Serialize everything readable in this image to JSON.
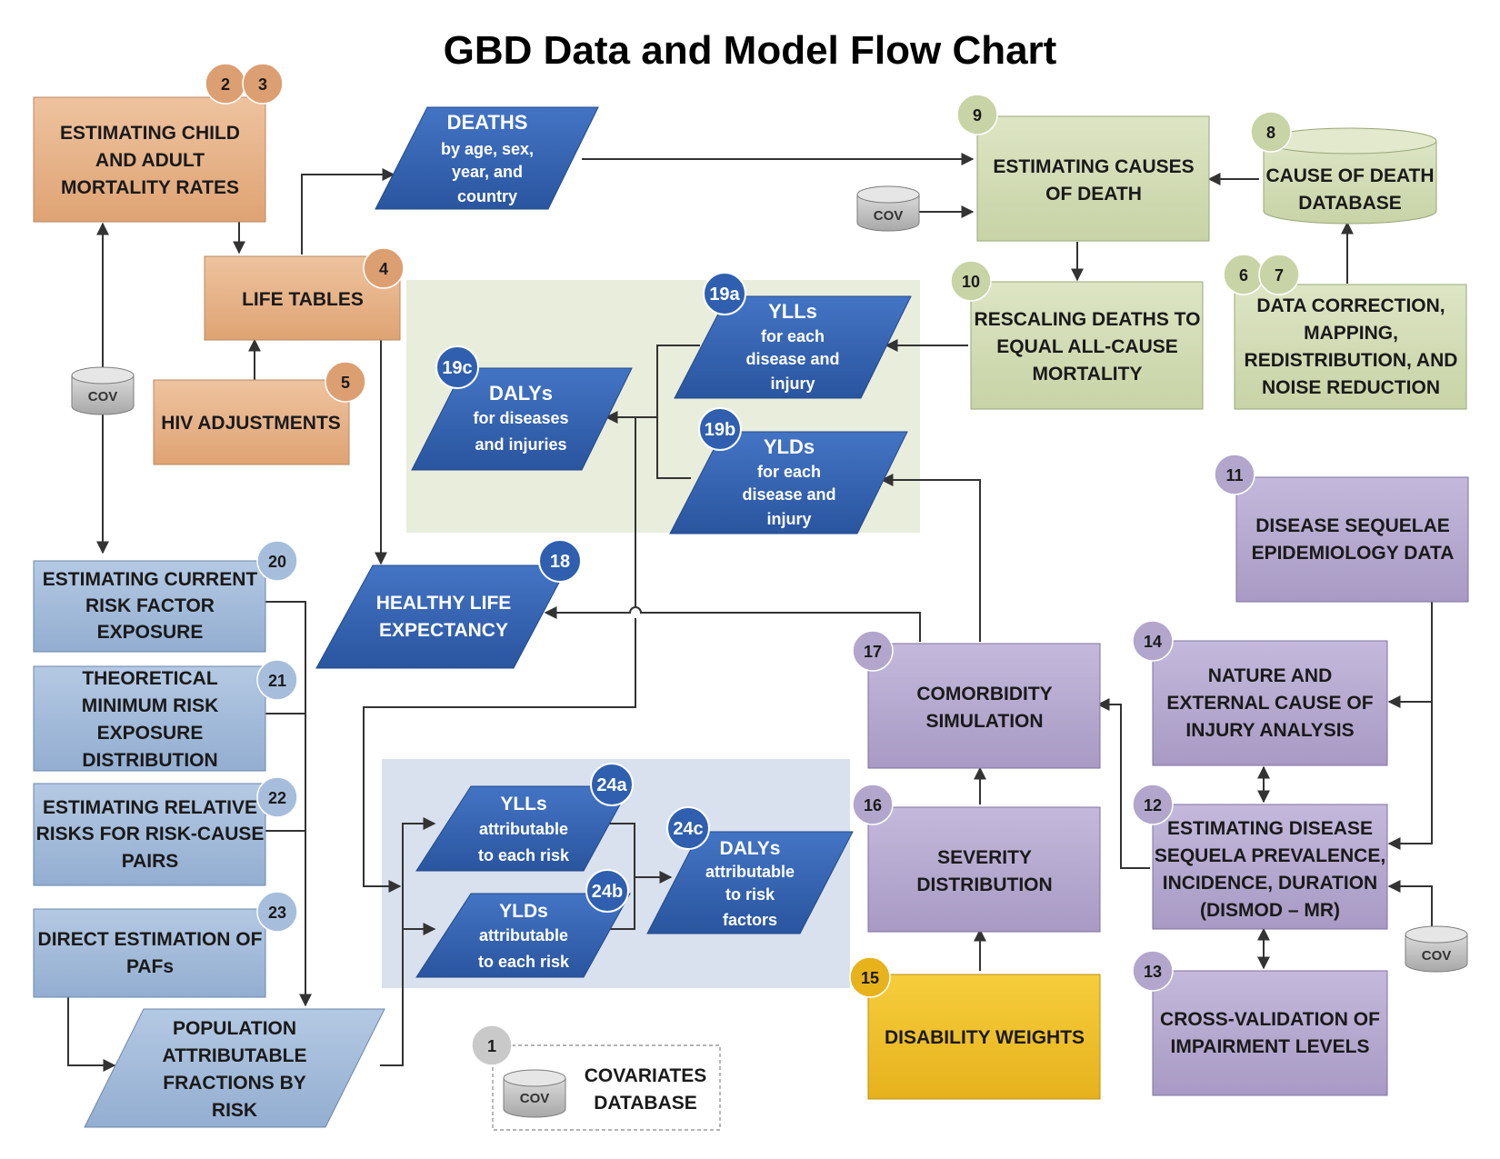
{
  "title": "GBD Data and Model Flow Chart",
  "cov_label": "COV",
  "colors": {
    "orange": "#e8b48a",
    "green": "#d3dcb7",
    "purple": "#b6a9cf",
    "blue_light": "#a4bcd9",
    "blue_dark": "#2f5fae",
    "yellow": "#f2c22e",
    "gray": "#c9c9c9"
  },
  "nodes": {
    "n1": {
      "badge": "1",
      "lines": [
        "COVARIATES",
        "DATABASE"
      ]
    },
    "n2_3": {
      "badges": [
        "2",
        "3"
      ],
      "lines": [
        "ESTIMATING CHILD",
        "AND ADULT",
        "MORTALITY RATES"
      ]
    },
    "n4": {
      "badge": "4",
      "lines": [
        "LIFE TABLES"
      ]
    },
    "n5": {
      "badge": "5",
      "lines": [
        "HIV ADJUSTMENTS"
      ]
    },
    "deaths": {
      "title": "DEATHS",
      "lines": [
        "by age, sex,",
        "year, and",
        "country"
      ]
    },
    "n6_7": {
      "badges": [
        "6",
        "7"
      ],
      "lines": [
        "DATA CORRECTION,",
        "MAPPING,",
        "REDISTRIBUTION, AND",
        "NOISE REDUCTION"
      ]
    },
    "n8": {
      "badge": "8",
      "lines": [
        "CAUSE OF DEATH",
        "DATABASE"
      ]
    },
    "n9": {
      "badge": "9",
      "lines": [
        "ESTIMATING CAUSES",
        "OF DEATH"
      ]
    },
    "n10": {
      "badge": "10",
      "lines": [
        "RESCALING DEATHS TO",
        "EQUAL ALL-CAUSE",
        "MORTALITY"
      ]
    },
    "n11": {
      "badge": "11",
      "lines": [
        "DISEASE SEQUELAE",
        "EPIDEMIOLOGY DATA"
      ]
    },
    "n12": {
      "badge": "12",
      "lines": [
        "ESTIMATING DISEASE",
        "SEQUELA PREVALENCE,",
        "INCIDENCE, DURATION",
        "(DISMOD – MR)"
      ]
    },
    "n13": {
      "badge": "13",
      "lines": [
        "CROSS-VALIDATION OF",
        "IMPAIRMENT LEVELS"
      ]
    },
    "n14": {
      "badge": "14",
      "lines": [
        "NATURE AND",
        "EXTERNAL CAUSE OF",
        "INJURY ANALYSIS"
      ]
    },
    "n15": {
      "badge": "15",
      "lines": [
        "DISABILITY WEIGHTS"
      ]
    },
    "n16": {
      "badge": "16",
      "lines": [
        "SEVERITY",
        "DISTRIBUTION"
      ]
    },
    "n17": {
      "badge": "17",
      "lines": [
        "COMORBIDITY",
        "SIMULATION"
      ]
    },
    "n18": {
      "badge": "18",
      "lines": [
        "HEALTHY LIFE",
        "EXPECTANCY"
      ]
    },
    "n19a": {
      "badge": "19a",
      "title": "YLLs",
      "lines": [
        "for each",
        "disease and",
        "injury"
      ]
    },
    "n19b": {
      "badge": "19b",
      "title": "YLDs",
      "lines": [
        "for each",
        "disease and",
        "injury"
      ]
    },
    "n19c": {
      "badge": "19c",
      "title": "DALYs",
      "lines": [
        "for diseases",
        "and injuries"
      ]
    },
    "n20": {
      "badge": "20",
      "lines": [
        "ESTIMATING CURRENT",
        "RISK FACTOR",
        "EXPOSURE"
      ]
    },
    "n21": {
      "badge": "21",
      "lines": [
        "THEORETICAL",
        "MINIMUM RISK",
        "EXPOSURE",
        "DISTRIBUTION"
      ]
    },
    "n22": {
      "badge": "22",
      "lines": [
        "ESTIMATING RELATIVE",
        "RISKS FOR RISK-CAUSE",
        "PAIRS"
      ]
    },
    "n23": {
      "badge": "23",
      "lines": [
        "DIRECT ESTIMATION OF",
        "PAFs"
      ]
    },
    "paf": {
      "lines": [
        "POPULATION",
        "ATTRIBUTABLE",
        "FRACTIONS BY",
        "RISK"
      ]
    },
    "n24a": {
      "badge": "24a",
      "title": "YLLs",
      "lines": [
        "attributable",
        "to each risk"
      ]
    },
    "n24b": {
      "badge": "24b",
      "title": "YLDs",
      "lines": [
        "attributable",
        "to each risk"
      ]
    },
    "n24c": {
      "badge": "24c",
      "title": "DALYs",
      "lines": [
        "attributable",
        "to risk",
        "factors"
      ]
    }
  }
}
